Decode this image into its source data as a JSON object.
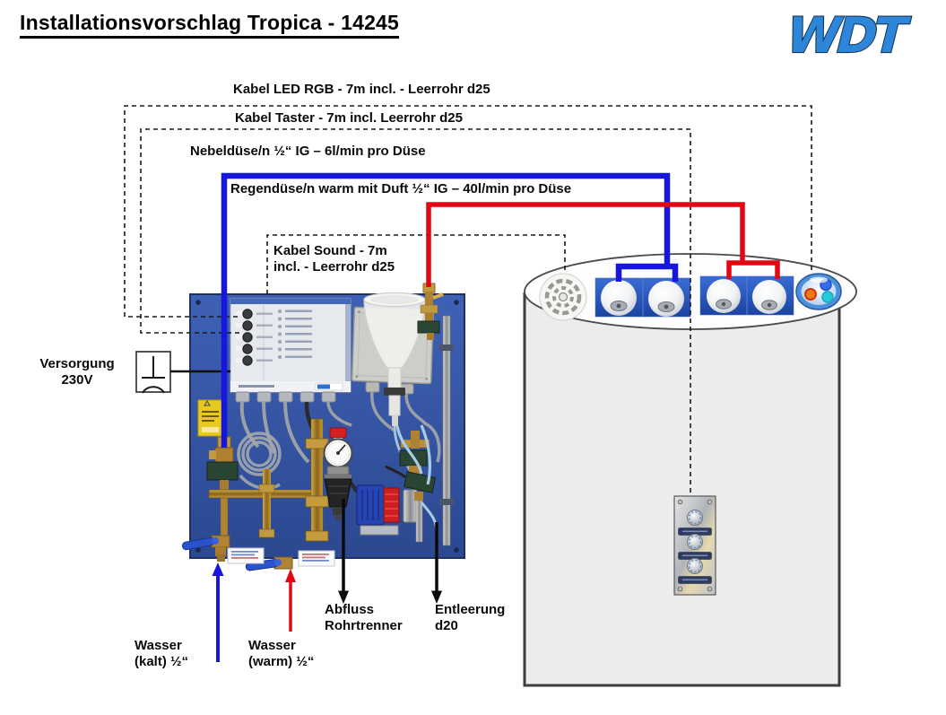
{
  "header": {
    "title": "Installationsvorschlag Tropica - 14245",
    "logo": "WDT"
  },
  "cable_labels": {
    "led_rgb": "Kabel LED RGB - 7m incl. - Leerrohr d25",
    "taster": "Kabel Taster - 7m incl. Leerrohr d25",
    "nebelduese": "Nebeldüse/n  ½“ IG – 6l/min pro Düse",
    "regenduese": "Regendüse/n  warm mit Duft  ½“ IG – 40l/min pro Düse",
    "sound_line1": "Kabel Sound - 7m",
    "sound_line2": "incl. - Leerrohr d25"
  },
  "port_labels": {
    "versorgung_line1": "Versorgung",
    "versorgung_line2": "230V",
    "wasser_kalt_line1": "Wasser",
    "wasser_kalt_line2": "(kalt) ½“",
    "wasser_warm_line1": "Wasser",
    "wasser_warm_line2": "(warm) ½“",
    "abfluss_line1": "Abfluss",
    "abfluss_line2": "Rohrtrenner",
    "entleerung_line1": "Entleerung",
    "entleerung_line2": "d20"
  },
  "colors": {
    "cold_water_line": "#1616dd",
    "warm_water_line": "#e30613",
    "dashed_cable_line": "#1a1a1a",
    "mounting_board": "#3756a4",
    "nozzle_tile": "#2757bc",
    "steam_cabin_fill": "#ececec",
    "logo_blue": "#2e86d8"
  }
}
